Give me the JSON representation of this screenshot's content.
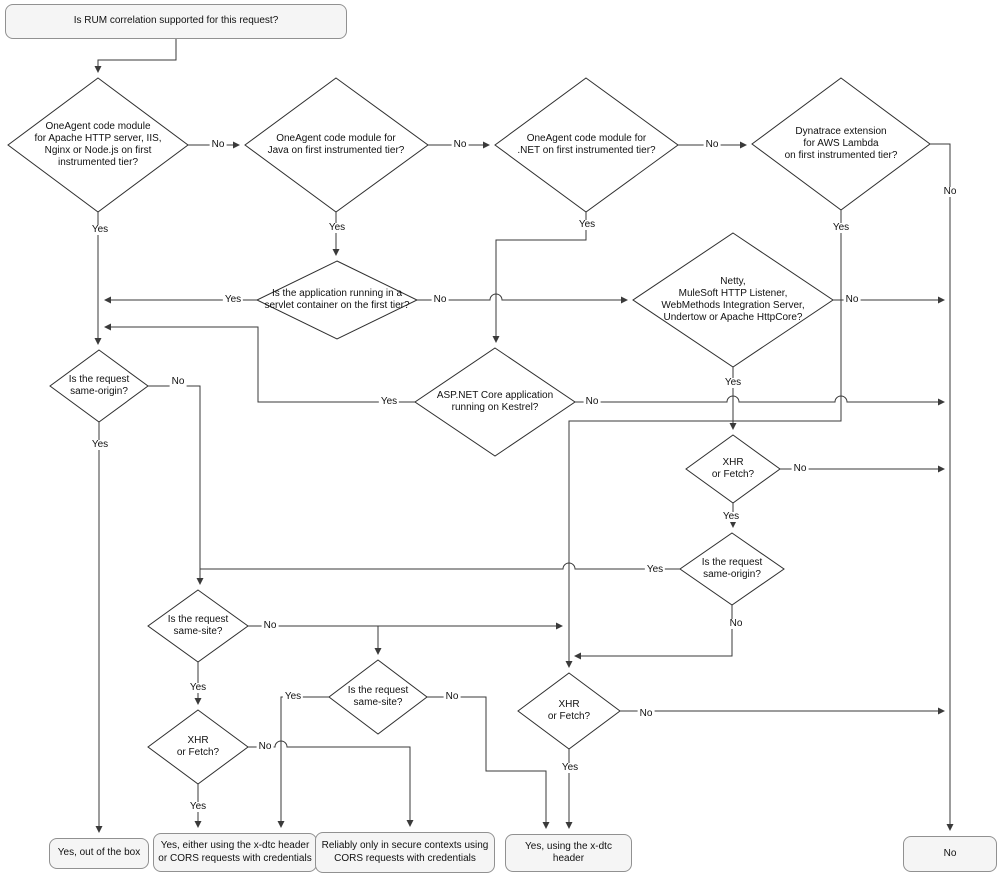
{
  "diagram_title": "Is RUM correlation supported for this request?",
  "colors": {
    "canvas_bg": "#ffffff",
    "terminal_fill": "#f5f5f5",
    "terminal_border": "#919191",
    "diamond_fill": "#ffffff",
    "line": "#3a3a3a",
    "text": "#111111"
  },
  "nodes": {
    "start": {
      "label": "Is RUM correlation supported for this request?"
    },
    "apache": {
      "label": "OneAgent code module\nfor Apache HTTP server, IIS,\nNginx or Node.js on first\ninstrumented tier?"
    },
    "java": {
      "label": "OneAgent code module for\nJava on first instrumented tier?"
    },
    "dotnet": {
      "label": "OneAgent code module for\n.NET on first instrumented tier?"
    },
    "lambda": {
      "label": "Dynatrace extension\nfor AWS Lambda\non first instrumented tier?"
    },
    "servlet": {
      "label": "Is the application running in a\nservlet container on the first tier?"
    },
    "netty": {
      "label": "Netty,\nMuleSoft HTTP Listener,\nWebMethods Integration Server,\nUndertow or Apache HttpCore?"
    },
    "same_origin_left": {
      "label": "Is the request\nsame-origin?"
    },
    "kestrel": {
      "label": "ASP.NET Core application\nrunning on Kestrel?"
    },
    "xhr_upper": {
      "label": "XHR\nor Fetch?"
    },
    "same_origin_right": {
      "label": "Is the request\nsame-origin?"
    },
    "same_site_left": {
      "label": "Is the request\nsame-site?"
    },
    "same_site_mid": {
      "label": "Is the request\nsame-site?"
    },
    "xhr_lower_left": {
      "label": "XHR\nor Fetch?"
    },
    "xhr_lower_right": {
      "label": "XHR\nor Fetch?"
    }
  },
  "terminals": {
    "yes_out_of_box": {
      "label": "Yes, out of the box"
    },
    "yes_either": {
      "label": "Yes, either using the x-dtc header\nor CORS requests with credentials"
    },
    "reliably": {
      "label": "Reliably only in secure contexts using\nCORS requests with credentials"
    },
    "yes_xdtc": {
      "label": "Yes, using the x-dtc header"
    },
    "no": {
      "label": "No"
    }
  },
  "edges": {
    "apache_no": {
      "label": "No"
    },
    "apache_yes": {
      "label": "Yes"
    },
    "java_no": {
      "label": "No"
    },
    "java_yes": {
      "label": "Yes"
    },
    "dotnet_no": {
      "label": "No"
    },
    "dotnet_yes": {
      "label": "Yes"
    },
    "lambda_no": {
      "label": "No"
    },
    "lambda_yes": {
      "label": "Yes"
    },
    "servlet_yes": {
      "label": "Yes"
    },
    "servlet_no": {
      "label": "No"
    },
    "netty_no": {
      "label": "No"
    },
    "netty_yes": {
      "label": "Yes"
    },
    "same_origin_left_yes": {
      "label": "Yes"
    },
    "same_origin_left_no": {
      "label": "No"
    },
    "kestrel_yes": {
      "label": "Yes"
    },
    "kestrel_no": {
      "label": "No"
    },
    "xhr_upper_no": {
      "label": "No"
    },
    "xhr_upper_yes": {
      "label": "Yes"
    },
    "same_origin_right_yes": {
      "label": "Yes"
    },
    "same_origin_right_no": {
      "label": "No"
    },
    "same_site_left_no": {
      "label": "No"
    },
    "same_site_left_yes": {
      "label": "Yes"
    },
    "same_site_mid_yes": {
      "label": "Yes"
    },
    "same_site_mid_no": {
      "label": "No"
    },
    "xhr_lower_left_no": {
      "label": "No"
    },
    "xhr_lower_left_yes": {
      "label": "Yes"
    },
    "xhr_lower_right_no": {
      "label": "No"
    },
    "xhr_lower_right_yes": {
      "label": "Yes"
    }
  }
}
